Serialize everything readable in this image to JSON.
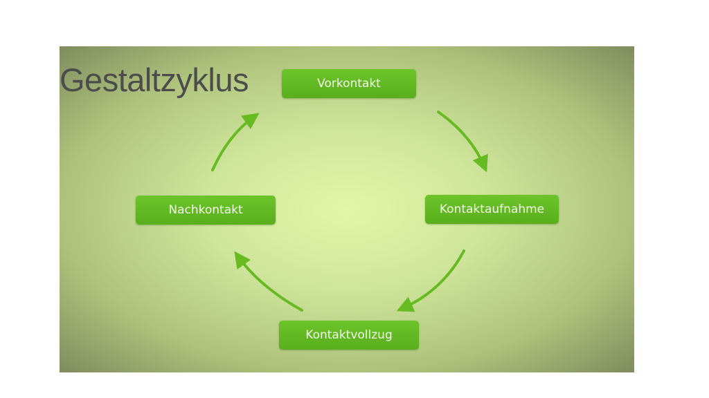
{
  "slide": {
    "title": "Gestaltzyklus"
  },
  "diagram": {
    "type": "cycle",
    "nodes": [
      {
        "id": "top",
        "label": "Vorkontakt"
      },
      {
        "id": "right",
        "label": "Kontaktaufnahme"
      },
      {
        "id": "bottom",
        "label": "Kontaktvollzug"
      },
      {
        "id": "left",
        "label": "Nachkontakt"
      }
    ],
    "edges": [
      {
        "from": "Vorkontakt",
        "to": "Kontaktaufnahme"
      },
      {
        "from": "Kontaktaufnahme",
        "to": "Kontaktvollzug"
      },
      {
        "from": "Kontaktvollzug",
        "to": "Nachkontakt"
      },
      {
        "from": "Nachkontakt",
        "to": "Vorkontakt"
      }
    ],
    "colors": {
      "node_fill": "#62b823",
      "arrow": "#66bb22",
      "title_text": "#4c4c4c",
      "node_text": "#f2fbe8"
    }
  }
}
